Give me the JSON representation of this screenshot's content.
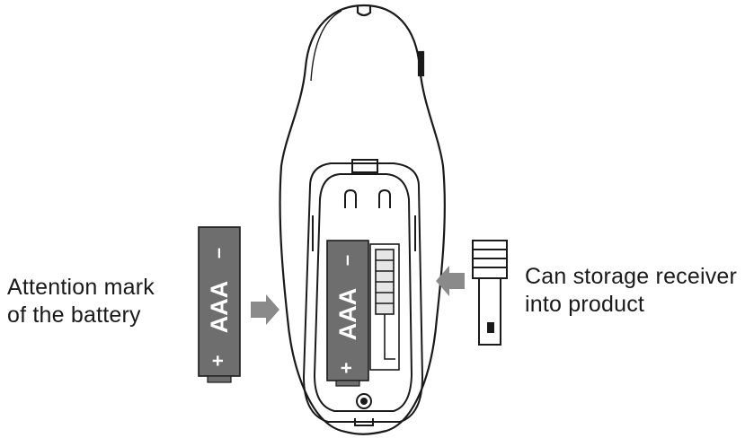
{
  "labels": {
    "left": {
      "line1": "Attention mark",
      "line2": "of the battery"
    },
    "right": {
      "line1": "Can storage receiver",
      "line2": "into product"
    }
  },
  "battery": {
    "type": "AAA",
    "minus": "–",
    "plus": "+"
  },
  "colors": {
    "battery": "#6e6e6e",
    "arrow": "#8a8a8a",
    "outline": "#1a1a1a"
  }
}
